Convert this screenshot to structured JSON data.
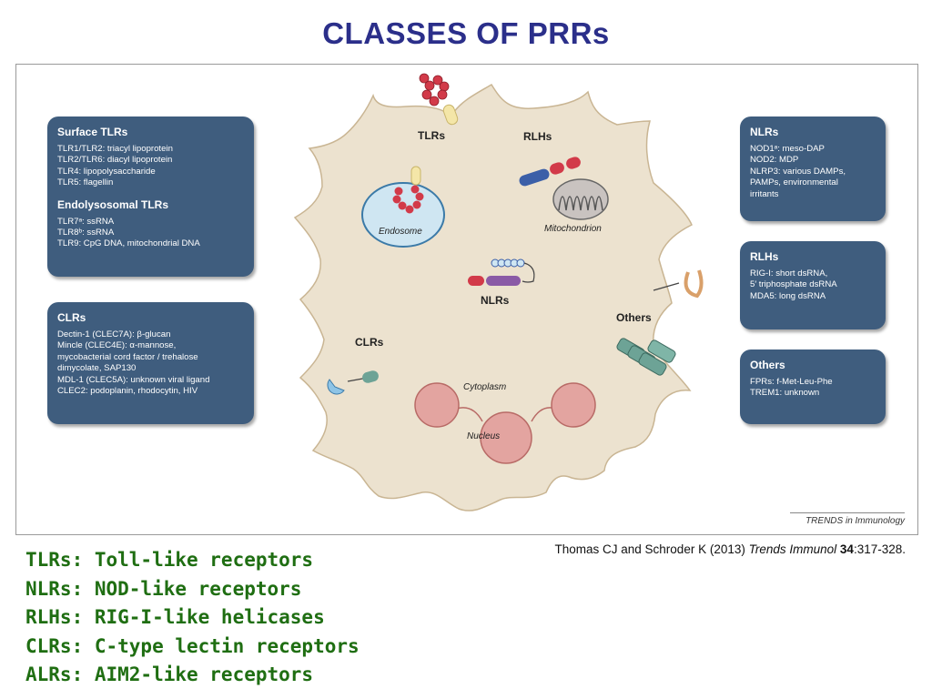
{
  "title": "CLASSES OF PRRs",
  "source": {
    "authors": "Thomas CJ and Schroder K (2013)",
    "journal": "Trends Immunol",
    "volume": "34",
    "pages": ":317-328."
  },
  "legend": [
    "TLRs: Toll-like receptors",
    "NLRs: NOD-like receptors",
    "RLHs: RIG-I-like helicases",
    "CLRs: C-type lectin receptors",
    "ALRs: AIM2-like receptors"
  ],
  "figure": {
    "credit": "TRENDS in Immunology",
    "cell_labels": {
      "tlrs": "TLRs",
      "rlhs": "RLHs",
      "nlrs": "NLRs",
      "clrs": "CLRs",
      "others": "Others",
      "endosome": "Endosome",
      "mitochondrion": "Mitochondrion",
      "cytoplasm": "Cytoplasm",
      "nucleus": "Nucleus"
    },
    "left_boxes": {
      "surface_tlrs": {
        "heading": "Surface TLRs",
        "lines": [
          "TLR1/TLR2:   triacyl lipoprotein",
          "TLR2/TLR6:   diacyl lipoprotein",
          "TLR4:   lipopolysaccharide",
          "TLR5:   flagellin"
        ]
      },
      "endolysosomal_tlrs": {
        "heading": "Endolysosomal TLRs",
        "lines": [
          "TLR7ᵃ:   ssRNA",
          "TLR8ᵇ:   ssRNA",
          "TLR9:   CpG DNA, mitochondrial DNA"
        ]
      },
      "clrs": {
        "heading": "CLRs",
        "lines": [
          "Dectin-1 (CLEC7A):    β-glucan",
          "Mincle (CLEC4E):    α-mannose,",
          "mycobacterial cord factor / trehalose",
          "dimycolate, SAP130",
          "MDL-1 (CLEC5A):   unknown viral ligand",
          "CLEC2:   podoplanin, rhodocytin, HIV"
        ]
      }
    },
    "right_boxes": {
      "nlrs": {
        "heading": "NLRs",
        "lines": [
          "NOD1ᵃ:   meso-DAP",
          "NOD2:   MDP",
          "NLRP3:   various DAMPs,",
          "PAMPs, environmental",
          "irritants"
        ]
      },
      "rlhs": {
        "heading": "RLHs",
        "lines": [
          "RIG-I:   short dsRNA,",
          "5′ triphosphate dsRNA",
          "MDA5:   long dsRNA"
        ]
      },
      "others": {
        "heading": "Others",
        "lines": [
          "FPRs:   f-Met-Leu-Phe",
          "TREM1:   unknown"
        ]
      }
    },
    "colors": {
      "box_fill": "#3f5d7e",
      "cell_fill": "#ece2cf",
      "title": "#2b2f8a",
      "legend_text": "#1f6e12",
      "receptor_red": "#d23a49",
      "receptor_blue": "#3b5fa8",
      "receptor_purple": "#8a5aa6",
      "receptor_teal": "#6da396",
      "nucleus_pink": "#e3a4a0",
      "endosome_blue": "#cfe6f2"
    }
  }
}
